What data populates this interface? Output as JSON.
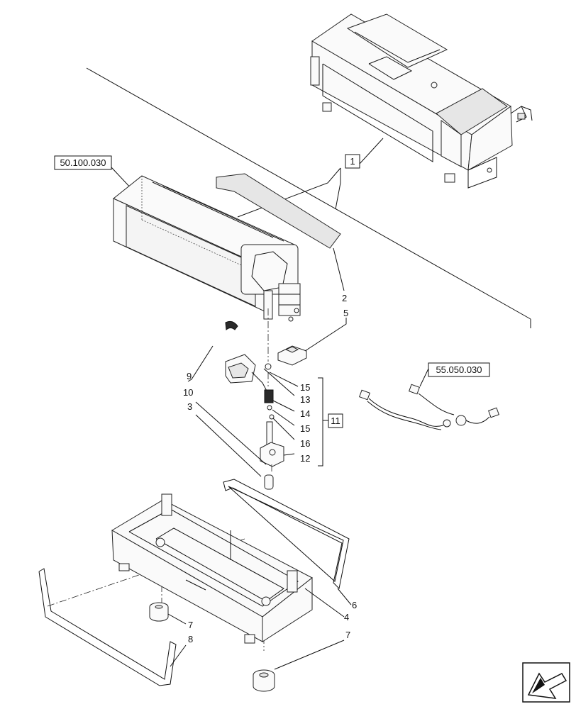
{
  "references": {
    "evaporator_ref": "50.100.030",
    "harness_ref": "55.050.030",
    "assembly_item": "1",
    "kit_item": "11"
  },
  "callouts": {
    "c2": "2",
    "c3": "3",
    "c4": "4",
    "c5": "5",
    "c6": "6",
    "c7a": "7",
    "c7b": "7",
    "c8": "8",
    "c9": "9",
    "c10": "10",
    "c12": "12",
    "c13": "13",
    "c14": "14",
    "c15a": "15",
    "c15b": "15",
    "c16": "16"
  },
  "icons": {
    "nav": "arrow-back-left-icon"
  }
}
